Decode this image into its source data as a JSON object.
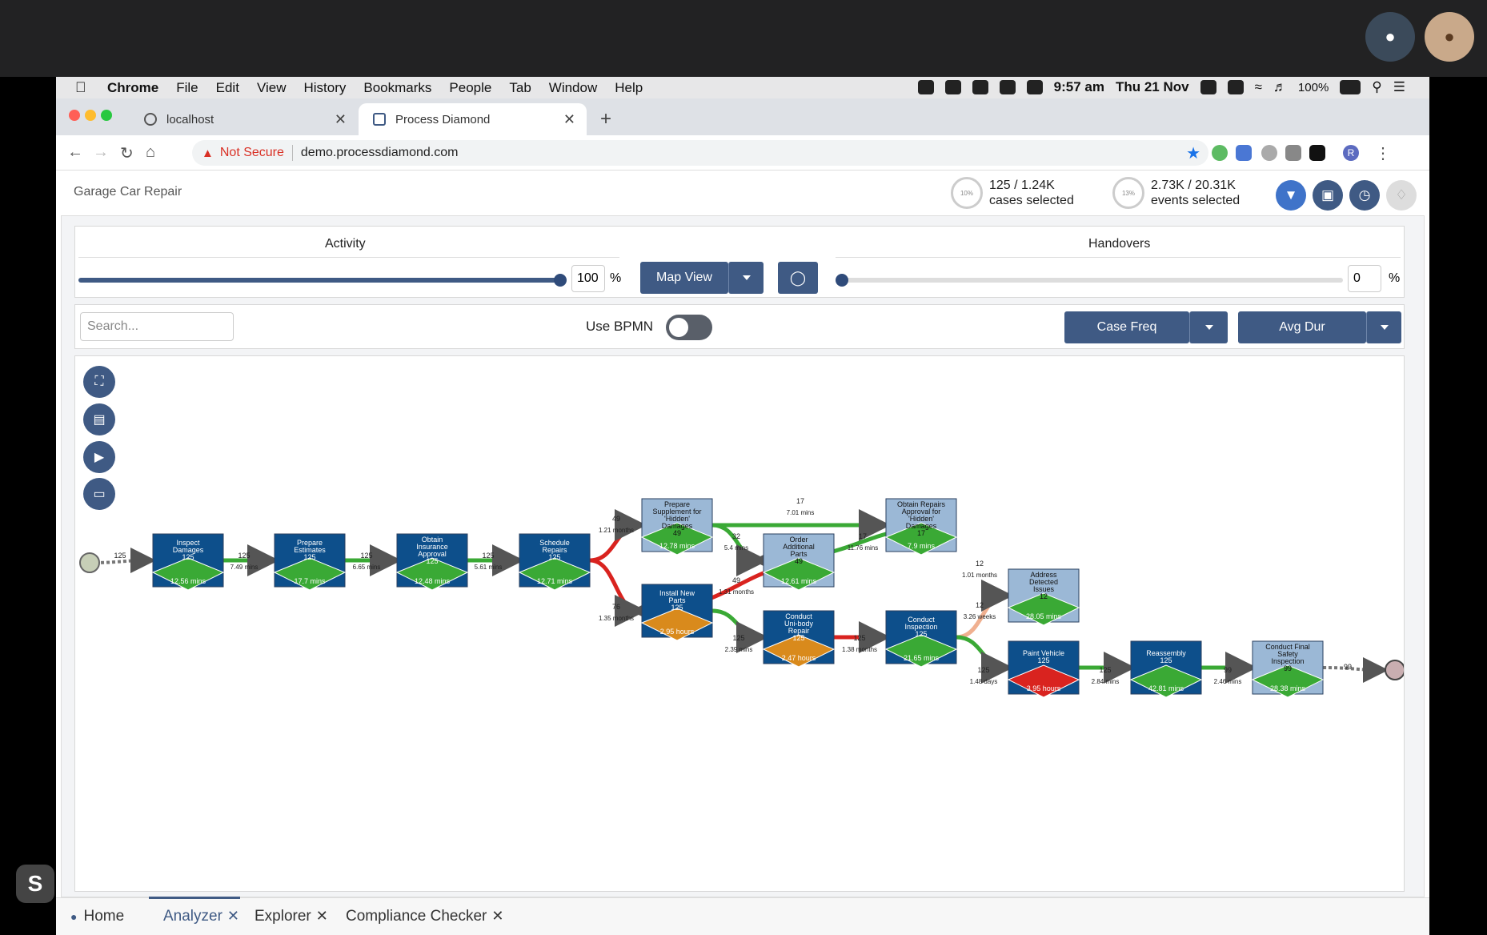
{
  "mac_menu": {
    "app": "Chrome",
    "items": [
      "File",
      "Edit",
      "View",
      "History",
      "Bookmarks",
      "People",
      "Tab",
      "Window",
      "Help"
    ],
    "time": "9:57 am",
    "date": "Thu 21 Nov",
    "battery": "100%"
  },
  "browser": {
    "tabs": [
      {
        "title": "localhost"
      },
      {
        "title": "Process Diamond"
      }
    ],
    "security_label": "Not Secure",
    "url": "demo.processdiamond.com",
    "profile_initial": "R"
  },
  "app": {
    "title": "Garage Car Repair",
    "cases_stat": {
      "ring": "10%",
      "count": "125 / 1.24K",
      "label": "cases selected"
    },
    "events_stat": {
      "ring": "13%",
      "count": "2.73K / 20.31K",
      "label": "events selected"
    },
    "activity_label": "Activity",
    "activity_value": "100",
    "handovers_label": "Handovers",
    "handovers_value": "0",
    "percent": "%",
    "map_view_label": "Map View",
    "search_placeholder": "Search...",
    "bpmn_label": "Use BPMN",
    "case_freq_label": "Case Freq",
    "avg_dur_label": "Avg Dur"
  },
  "process_map": {
    "nodes": [
      {
        "label": "Inspect Damages",
        "count": "125",
        "duration": "12.56 mins"
      },
      {
        "label": "Prepare Estimates",
        "count": "125",
        "duration": "17.7 mins"
      },
      {
        "label": "Obtain Insurance Approval",
        "count": "125",
        "duration": "12.48 mins"
      },
      {
        "label": "Schedule Repairs",
        "count": "125",
        "duration": "12.71 mins"
      },
      {
        "label": "Prepare Supplement for 'Hidden' Damages",
        "count": "49",
        "duration": "12.78 mins"
      },
      {
        "label": "Install New Parts",
        "count": "125",
        "duration": "2.95 hours"
      },
      {
        "label": "Order Additional Parts",
        "count": "49",
        "duration": "12.61 mins"
      },
      {
        "label": "Conduct Uni-body Repair",
        "count": "125",
        "duration": "2.47 hours"
      },
      {
        "label": "Obtain Repairs Approval for 'Hidden' Damages",
        "count": "17",
        "duration": "7.9 mins"
      },
      {
        "label": "Conduct Inspection",
        "count": "125",
        "duration": "21.65 mins"
      },
      {
        "label": "Address Detected Issues",
        "count": "12",
        "duration": "28.05 mins"
      },
      {
        "label": "Paint Vehicle",
        "count": "125",
        "duration": "3.95 hours"
      },
      {
        "label": "Reassembly",
        "count": "125",
        "duration": "42.81 mins"
      },
      {
        "label": "Conduct Final Safety Inspection",
        "count": "99",
        "duration": "28.38 mins"
      }
    ],
    "edges": [
      {
        "count": "125",
        "duration": ""
      },
      {
        "count": "125",
        "duration": "7.49 mins"
      },
      {
        "count": "125",
        "duration": "6.65 mins"
      },
      {
        "count": "125",
        "duration": "5.61 mins"
      },
      {
        "count": "49",
        "duration": "1.21 months"
      },
      {
        "count": "76",
        "duration": "1.35 months"
      },
      {
        "count": "17",
        "duration": "7.01 mins"
      },
      {
        "count": "32",
        "duration": "5.4 mins"
      },
      {
        "count": "17",
        "duration": "11.76 mins"
      },
      {
        "count": "49",
        "duration": "1.31 months"
      },
      {
        "count": "125",
        "duration": "2.39 mins"
      },
      {
        "count": "125",
        "duration": "1.38 months"
      },
      {
        "count": "12",
        "duration": "1.01 months"
      },
      {
        "count": "12",
        "duration": "3.26 weeks"
      },
      {
        "count": "125",
        "duration": "1.48 days"
      },
      {
        "count": "125",
        "duration": "2.84 mins"
      },
      {
        "count": "99",
        "duration": "2.46 mins"
      },
      {
        "count": "99",
        "duration": ""
      }
    ]
  },
  "bottom_tabs": {
    "home": "Home",
    "analyzer": "Analyzer",
    "explorer": "Explorer",
    "compliance": "Compliance Checker"
  },
  "colors": {
    "primary": "#3f5a84",
    "node_dark": "#0d4f8b",
    "node_light": "#9bb8d6",
    "good": "#3aa935",
    "warn": "#d98a1c",
    "bad": "#d9231f"
  }
}
